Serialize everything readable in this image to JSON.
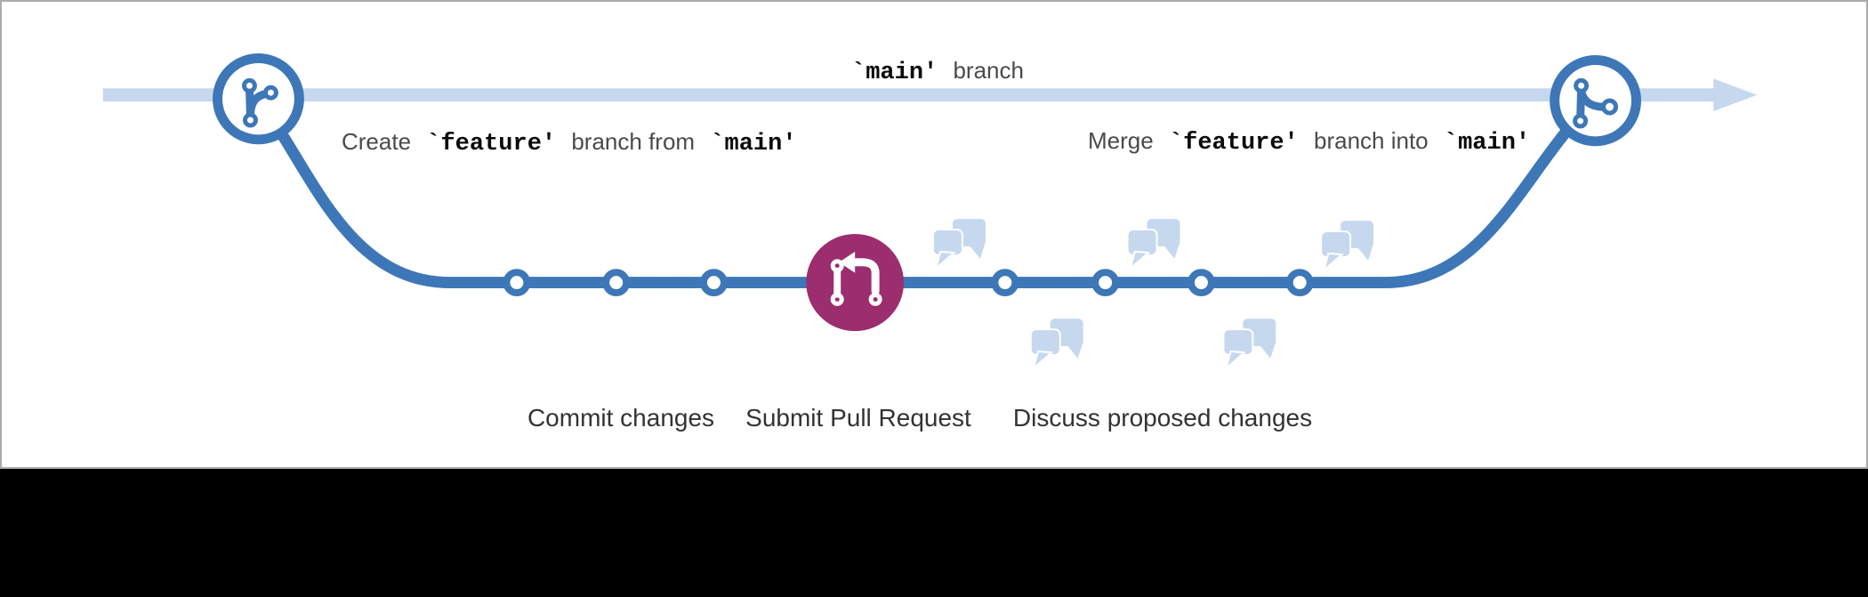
{
  "colors": {
    "blue": "#3d77b7",
    "light_blue": "#c5d8ee",
    "magenta": "#9c2d6f",
    "label_text": "#4a4a4a",
    "code_text": "#0a0a0a",
    "step_text": "#333333",
    "panel_border": "#ababab",
    "footer_background": "#000000"
  },
  "diagram": {
    "main_branch_label": {
      "code": "`main'",
      "word": "branch"
    },
    "create_label": {
      "word1": "Create",
      "code1": "`feature'",
      "words2": "branch from",
      "code2": "`main'"
    },
    "merge_label": {
      "word1": "Merge",
      "code1": "`feature'",
      "words2": "branch into",
      "code2": "`main'"
    },
    "step_labels": {
      "commit": "Commit changes",
      "pull_request": "Submit Pull Request",
      "discuss": "Discuss proposed changes"
    },
    "nodes": {
      "left_icon": "git-branch-icon",
      "right_icon": "git-merge-icon",
      "center_icon": "git-pull-request-icon",
      "bubble_icon": "discussion-bubbles-icon",
      "left_commit_count": 3,
      "right_commit_count": 4,
      "bubbles_above_count": 3,
      "bubbles_below_count": 2
    }
  }
}
